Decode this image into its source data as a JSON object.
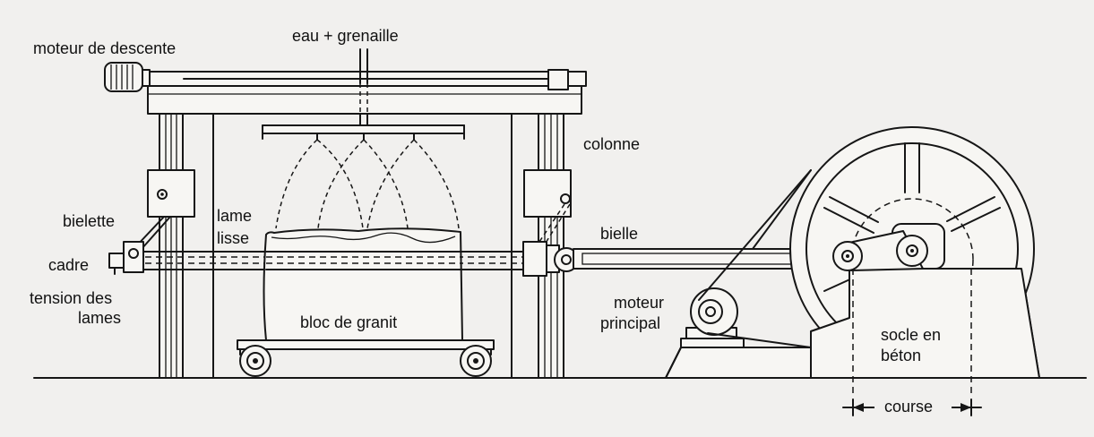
{
  "labels": {
    "moteur_descente": "moteur de descente",
    "eau_grenaille": "eau + grenaille",
    "colonne": "colonne",
    "bielette": "bielette",
    "lame_lisse_1": "lame",
    "lame_lisse_2": "lisse",
    "cadre": "cadre",
    "tension_1": "tension des",
    "tension_2": "lames",
    "bielle": "bielle",
    "bloc_granit": "bloc de granit",
    "moteur_principal_1": "moteur",
    "moteur_principal_2": "principal",
    "socle_1": "socle en",
    "socle_2": "béton",
    "course": "course"
  },
  "colors": {
    "ink": "#161616",
    "paper": "#f1f0ee"
  }
}
